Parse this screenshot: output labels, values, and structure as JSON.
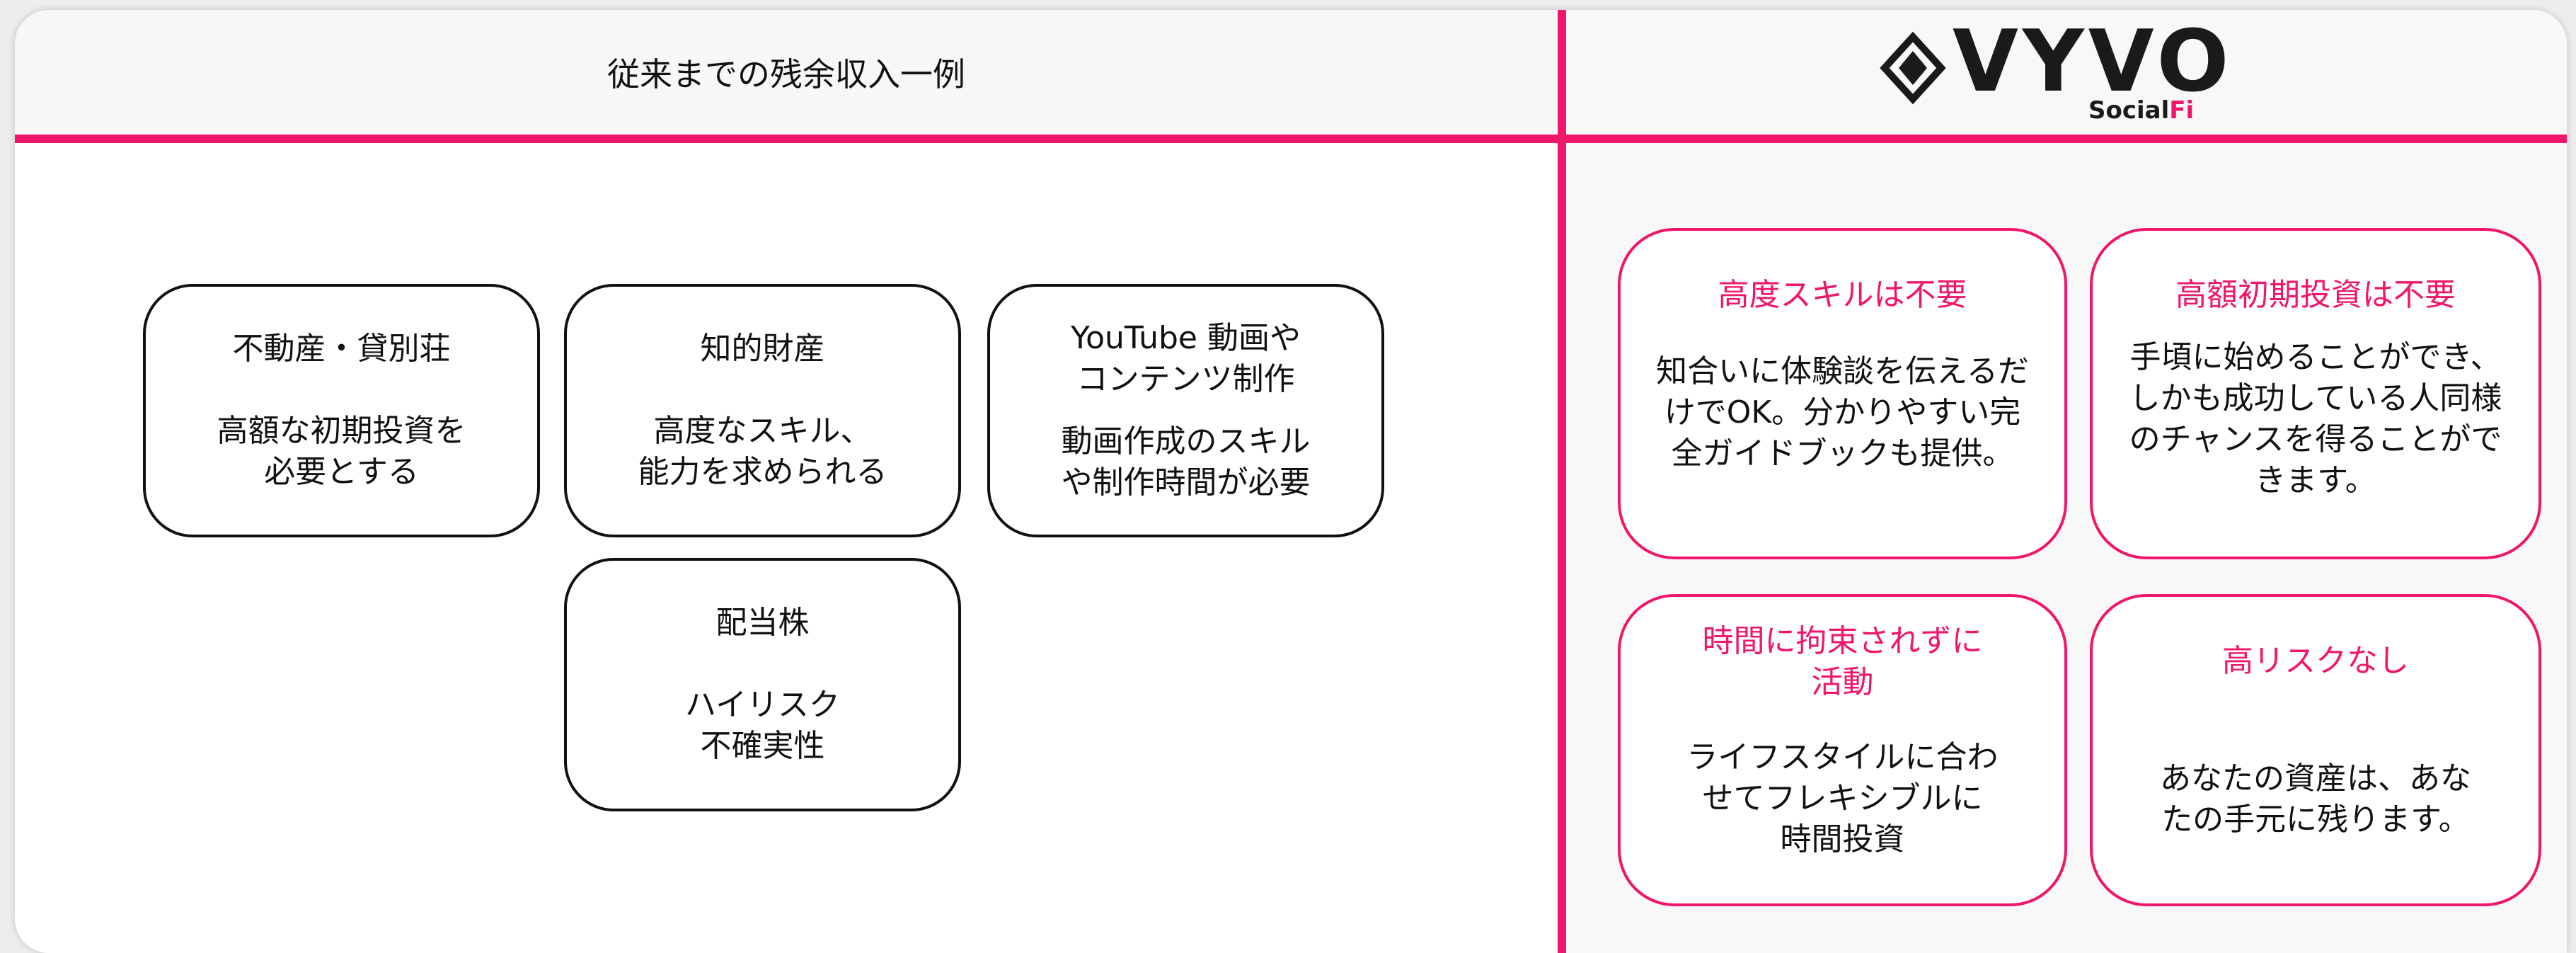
{
  "left": {
    "title": "従来までの残余収入一例",
    "cards": [
      {
        "title": "不動産・貸別荘",
        "desc": "高額な初期投資を\n必要とする"
      },
      {
        "title": "知的財産",
        "desc": "高度なスキル、\n能力を求められる"
      },
      {
        "title": "YouTube 動画や\nコンテンツ制作",
        "desc": "動画作成のスキル\nや制作時間が必要"
      },
      {
        "title": "配当株",
        "desc": "ハイリスク\n不確実性"
      }
    ]
  },
  "logo": {
    "main": "VYVO",
    "sub_a": "Social",
    "sub_b": "Fi"
  },
  "right": {
    "cards": [
      {
        "title": "高度スキルは不要",
        "desc": "知合いに体験談を伝えるだ\nけでOK。分かりやすい完\n全ガイドブックも提供。"
      },
      {
        "title": "高額初期投資は不要",
        "desc": "手頃に始めることができ、\nしかも成功している人同様\nのチャンスを得ることがで\nきます。"
      },
      {
        "title": "時間に拘束されずに\n活動",
        "desc": "ライフスタイルに合わ\nせてフレキシブルに\n時間投資"
      },
      {
        "title": "高リスクなし",
        "desc": "あなたの資産は、あな\nたの手元に残ります。"
      }
    ]
  },
  "colors": {
    "accent": "#f0166b",
    "text": "#111111"
  }
}
